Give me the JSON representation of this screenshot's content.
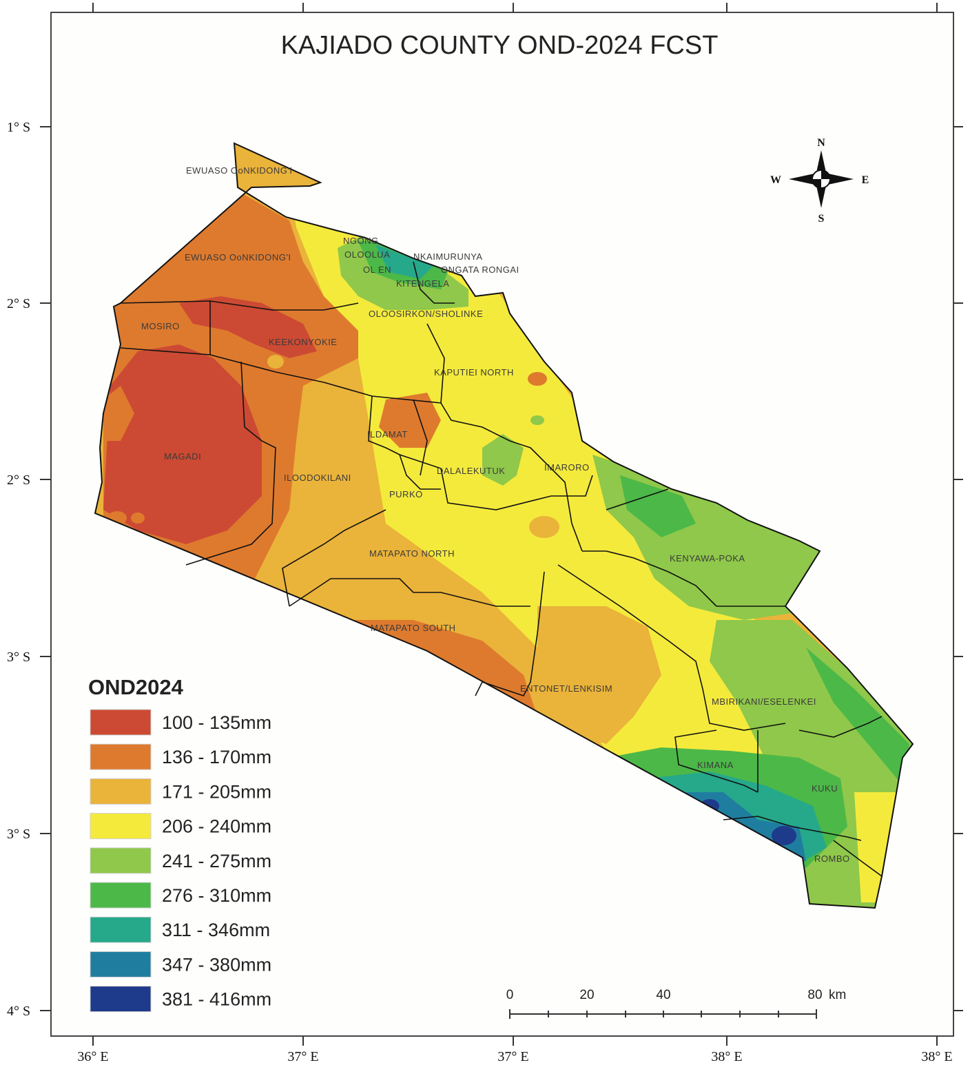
{
  "title": "KAJIADO COUNTY OND-2024 FCST",
  "compass": {
    "n": "N",
    "s": "S",
    "e": "E",
    "w": "W",
    "icon": "north-arrow-compass"
  },
  "lat_labels": [
    "1° S",
    "2° S",
    "2° S",
    "3° S",
    "3° S",
    "4° S"
  ],
  "lon_labels": [
    "36° E",
    "37° E",
    "37° E",
    "38° E",
    "38° E"
  ],
  "legend": {
    "title": "OND2024",
    "items": [
      {
        "label": "100 - 135mm",
        "color": "#cc4a33"
      },
      {
        "label": "136 - 170mm",
        "color": "#de7a2e"
      },
      {
        "label": "171 - 205mm",
        "color": "#eab33a"
      },
      {
        "label": "206 - 240mm",
        "color": "#f4ea3c"
      },
      {
        "label": "241 - 275mm",
        "color": "#8fc84a"
      },
      {
        "label": "276 - 310mm",
        "color": "#4cb848"
      },
      {
        "label": "311 - 346mm",
        "color": "#26a88a"
      },
      {
        "label": "347 - 380mm",
        "color": "#1f7ea0"
      },
      {
        "label": "381 - 416mm",
        "color": "#1e3a8a"
      }
    ]
  },
  "scale_bar": {
    "labels": [
      "0",
      "20",
      "40",
      "80"
    ],
    "unit": "km"
  },
  "wards": [
    "EWUASO OoNKIDONG'I",
    "EWUASO OoNKIDONG'I",
    "NGONG",
    "OLOOLUA",
    "NKAIMURUNYA",
    "OL EN",
    "ONGATA RONGAI",
    "KITENGELA",
    "OLOOSIRKON/SHOLINKE",
    "MOSIRO",
    "KEEKONYOKIE",
    "KAPUTIEI NORTH",
    "ILDAMAT",
    "MAGADI",
    "ILOODOKILANI",
    "DALALEKUTUK",
    "IMARORO",
    "PURKO",
    "KENYAWA-POKA",
    "MATAPATO NORTH",
    "MATAPATO SOUTH",
    "ENTONET/LENKISIM",
    "MBIRIKANI/ESELENKEI",
    "KIMANA",
    "KUKU",
    "ROMBO"
  ]
}
